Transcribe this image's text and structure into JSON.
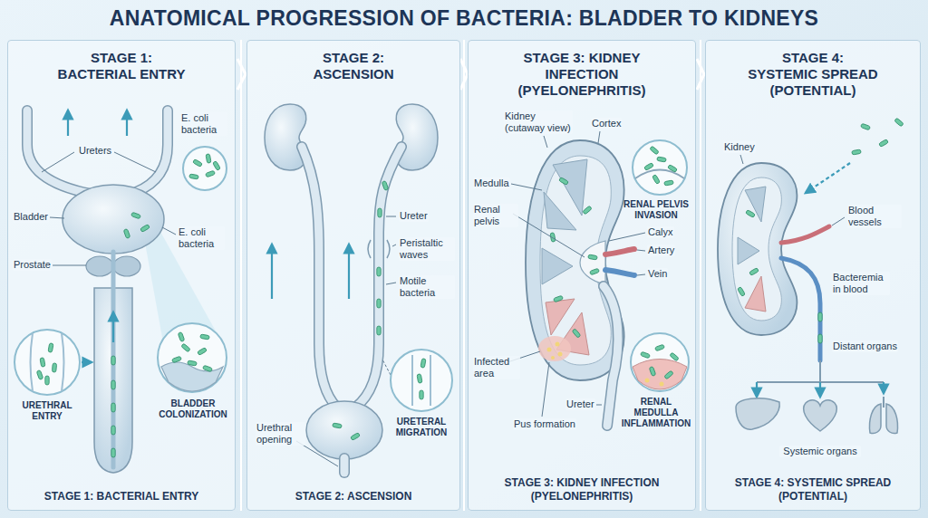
{
  "diagram": {
    "title": "ANATOMICAL PROGRESSION OF BACTERIA: BLADDER TO KIDNEYS",
    "nodes": [
      {
        "text": [
          "STAGE 1: BACTERIAL ENTRY",
          "STAGE 1: BACTERIAL ENTRY"
        ]
      },
      {
        "text": [
          "STAGE 2: ASCENSION",
          "STAGE 2: ASCENSION"
        ]
      },
      {
        "text": [
          "STAGE 3: KIDNEY INFECTION (PYELONEPHRITIS)",
          "STAGE 3: KIDNEY INFECTION (PYELONEPHRITIS)"
        ]
      },
      {
        "text": [
          "STAGE 4: SYSTEMIC SPREAD (POTENTIAL)",
          "STAGE 4: SYSTEMIC SPREAD (POTENTIAL)"
        ]
      }
    ],
    "labels": [
      "Ureters",
      "E. coli bacteria",
      "Bladder",
      "E. coli bacteria",
      "Prostate",
      "URETHRAL ENTRY",
      "BLADDER COLONIZATION",
      "Ureter",
      "Peristaltic waves",
      "Motile bacteria",
      "Urethral opening",
      "URETERAL MIGRATION",
      "Kidney (cutaway view)",
      "Cortex",
      "Medulla",
      "Renal pelvis",
      "RENAL PELVIS INVASION",
      "Calyx",
      "Artery",
      "Vein",
      "Infected area",
      "Ureter",
      "Pus formation",
      "RENAL MEDULLA INFLAMMATION",
      "Kidney",
      "Blood vessels",
      "Bacteremia in blood",
      "Distant organs",
      "Systemic organs"
    ]
  }
}
